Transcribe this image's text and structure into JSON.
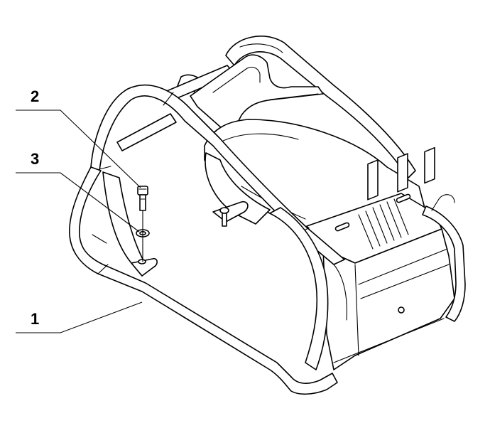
{
  "callouts": [
    {
      "id": "part-1",
      "label": "1"
    },
    {
      "id": "part-2",
      "label": "2"
    },
    {
      "id": "part-3",
      "label": "3"
    }
  ],
  "colors": {
    "line": "#000000",
    "background": "#ffffff"
  }
}
